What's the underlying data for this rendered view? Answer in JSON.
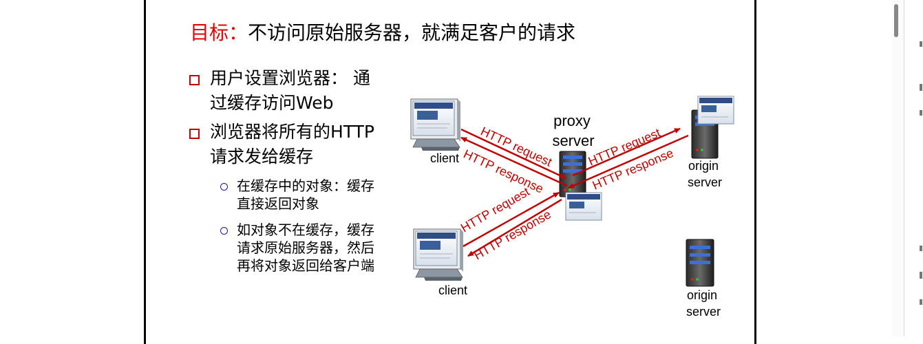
{
  "slide": {
    "title_highlight": "目标：",
    "title_rest": "不访问原始服务器，就满足客户的请求",
    "bullets": [
      {
        "line1": "用户设置浏览器： 通",
        "line2_prefix": "过缓存访问",
        "line2_latin": "Web"
      },
      {
        "line1_prefix": "浏览器将所有的",
        "line1_latin": "HTTP",
        "line2": "请求发给缓存"
      }
    ],
    "subbullets": [
      {
        "line1": "在缓存中的对象：缓存",
        "line2": "直接返回对象"
      },
      {
        "line1": "如对象不在缓存，缓存",
        "line2": "请求原始服务器，然后",
        "line3": "再将对象返回给客户端"
      }
    ]
  },
  "diagram": {
    "proxy_label_1": "proxy",
    "proxy_label_2": "server",
    "client_label": "client",
    "origin_label_1": "origin",
    "origin_label_2": "server",
    "http_request": "HTTP request",
    "http_response": "HTTP response",
    "arrow_color": "#c00000"
  }
}
